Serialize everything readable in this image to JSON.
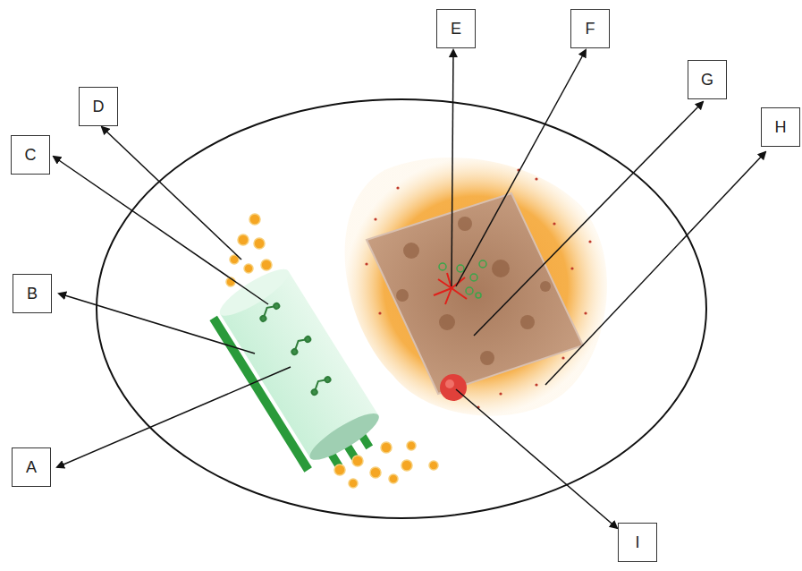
{
  "diagram": {
    "labels": [
      "E",
      "F",
      "G",
      "D",
      "H",
      "C",
      "B",
      "A",
      "I"
    ]
  }
}
